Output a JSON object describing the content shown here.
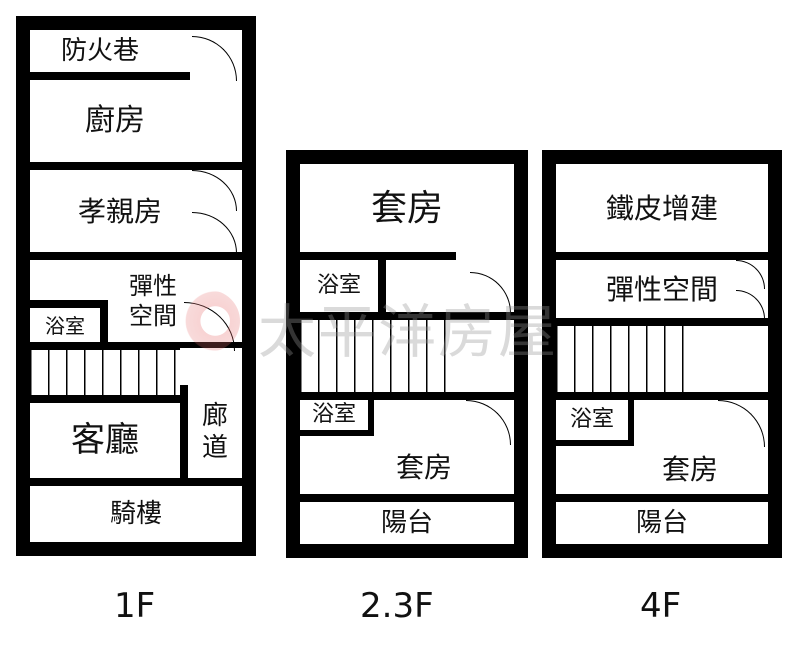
{
  "floors": [
    {
      "label": "1F",
      "rooms": {
        "fire_lane": "防火巷",
        "kitchen": "廚房",
        "parent_room": "孝親房",
        "flex_space": "彈性\n空間",
        "bathroom": "浴室",
        "living_room": "客廳",
        "corridor": "廊\n道",
        "arcade": "騎樓"
      }
    },
    {
      "label": "2.3F",
      "rooms": {
        "suite_top": "套房",
        "bathroom_top": "浴室",
        "bathroom_bottom": "浴室",
        "suite_bottom": "套房",
        "balcony": "陽台"
      }
    },
    {
      "label": "4F",
      "rooms": {
        "iron_addition": "鐵皮增建",
        "flex_space": "彈性空間",
        "bathroom": "浴室",
        "suite": "套房",
        "balcony": "陽台"
      }
    }
  ],
  "watermark": "太平洋房屋"
}
